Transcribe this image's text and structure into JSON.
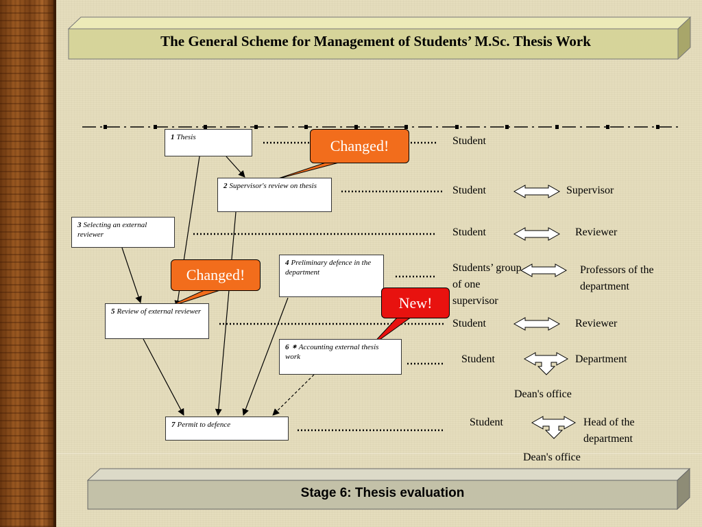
{
  "title": "The General Scheme for Management of Students’ M.Sc. Thesis Work",
  "footer": "Stage 6: Thesis evaluation",
  "boxes": {
    "b1": {
      "num": "1",
      "text": "Thesis"
    },
    "b2": {
      "num": "2",
      "text": "Supervisor's review on thesis"
    },
    "b3": {
      "num": "3",
      "text": "Selecting an external reviewer"
    },
    "b4": {
      "num": "4",
      "text": "Preliminary defence in the department"
    },
    "b5": {
      "num": "5",
      "text": "Review of external reviewer"
    },
    "b6": {
      "num": "6",
      "mark": "⁕",
      "text": "Accounting external thesis work"
    },
    "b7": {
      "num": "7",
      "text": "Permit to defence"
    }
  },
  "callouts": {
    "changed_top": "Changed!",
    "changed_left": "Changed!",
    "new": "New!"
  },
  "roles": {
    "r1": {
      "left": "Student"
    },
    "r2": {
      "left": "Student",
      "right": "Supervisor"
    },
    "r3": {
      "left": "Student",
      "right": "Reviewer"
    },
    "r4": {
      "left": "Students’ group of one supervisor",
      "right": "Professors of the department"
    },
    "r5": {
      "left": "Student",
      "right": "Reviewer"
    },
    "r6": {
      "left": "Student",
      "right": "Department",
      "below": "Dean's office"
    },
    "r7": {
      "left": "Student",
      "right": "Head of the department",
      "below": "Dean's office"
    }
  },
  "colors": {
    "banner": "#d6d49a",
    "footer_banner": "#c3c1a8",
    "callout_orange": "#f26d1c",
    "callout_red": "#e8120f"
  },
  "icons": {
    "double_arrow": "double-arrow-icon",
    "fork_arrow": "fork-arrow-icon"
  }
}
